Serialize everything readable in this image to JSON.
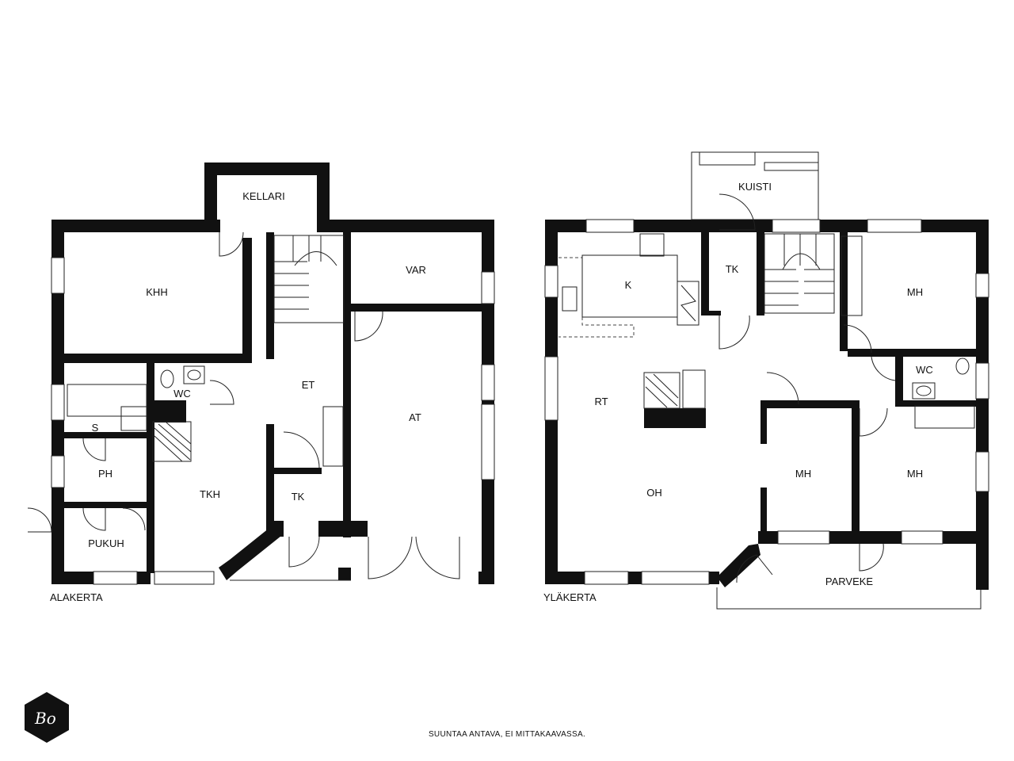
{
  "floors": [
    {
      "id": "alakerta",
      "label": "ALAKERTA",
      "rooms": [
        "KELLARI",
        "KHH",
        "VAR",
        "ET",
        "WC",
        "S",
        "AT",
        "PH",
        "TKH",
        "TK",
        "PUKUH"
      ]
    },
    {
      "id": "ylakerta",
      "label": "YLÄKERTA",
      "rooms": [
        "KUISTI",
        "K",
        "TK",
        "MH",
        "RT",
        "WC",
        "OH",
        "MH",
        "MH",
        "PARVEKE"
      ]
    }
  ],
  "disclaimer": "SUUNTAA ANTAVA, EI MITTAKAAVASSA.",
  "logo": {
    "text": "Bo",
    "icon": "hexagon-logo-icon"
  },
  "colors": {
    "wall": "#111111",
    "background": "#ffffff"
  }
}
